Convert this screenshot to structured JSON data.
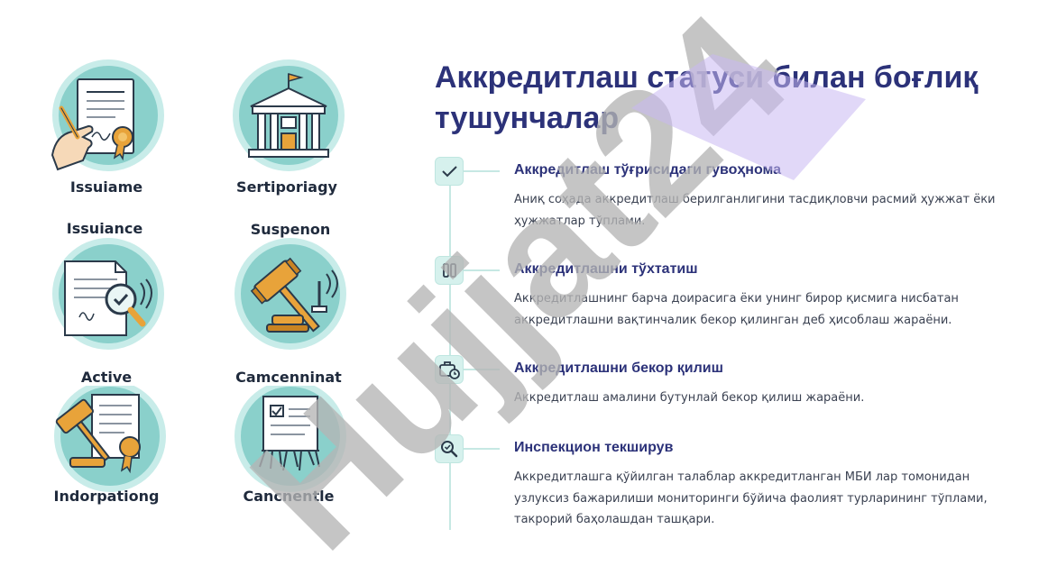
{
  "title": "Аккредитлаш статуси билан боғлиқ тушунчалар",
  "icons": [
    {
      "caption_below": "Issuiame",
      "icon": "certificate-hand-icon"
    },
    {
      "caption_below": "Sertiporiagy",
      "icon": "government-building-icon"
    },
    {
      "caption_above": "Issuiance",
      "icon": "document-magnifier-icon"
    },
    {
      "caption_above": "Suspenon",
      "icon": "gavel-icon"
    },
    {
      "caption_above": "Active",
      "caption_below": "Indorpationg",
      "icon": "gavel-document-seal-icon"
    },
    {
      "caption_above": "Camcenninat",
      "caption_below": "Cancnentle",
      "icon": "shredded-document-icon"
    }
  ],
  "items": [
    {
      "icon": "check-icon",
      "title": "Аккредитлаш тўғрисидаги гувоҳнома",
      "desc": "Аниқ соҳада аккредитлаш берилганлигини тасдиқловчи расмий ҳужжат ёки ҳужжатлар тўплами."
    },
    {
      "icon": "pause-icon",
      "title": "Аккредитлашни тўхтатиш",
      "desc": "Аккредитлашнинг барча доирасига ёки унинг бирор қисмига нисбатан аккредитлашни вақтинчалик бекор қилинган деб ҳисоблаш жараёни."
    },
    {
      "icon": "briefcase-clock-icon",
      "title": "Аккредитлашни бекор қилиш",
      "desc": "Аккредитлаш амалини бутунлай бекор қилиш жараёни."
    },
    {
      "icon": "magnifier-icon",
      "title": "Инспекцион текширув",
      "desc": "Аккредитлашга қўйилган талаблар аккредитланган МБИ лар томонидан узлуксиз бажарилиши мониторинги бўйича фаолият турларининг тўплами, такрорий баҳолашдан ташқари."
    }
  ],
  "watermark": {
    "text": "Hujjat24",
    "color": "#b5b5b5"
  },
  "colors": {
    "title": "#2c3279",
    "teal": "#8ad0cb",
    "timeline": "#c6e8e3",
    "icon_bg": "#d6f1ed"
  }
}
